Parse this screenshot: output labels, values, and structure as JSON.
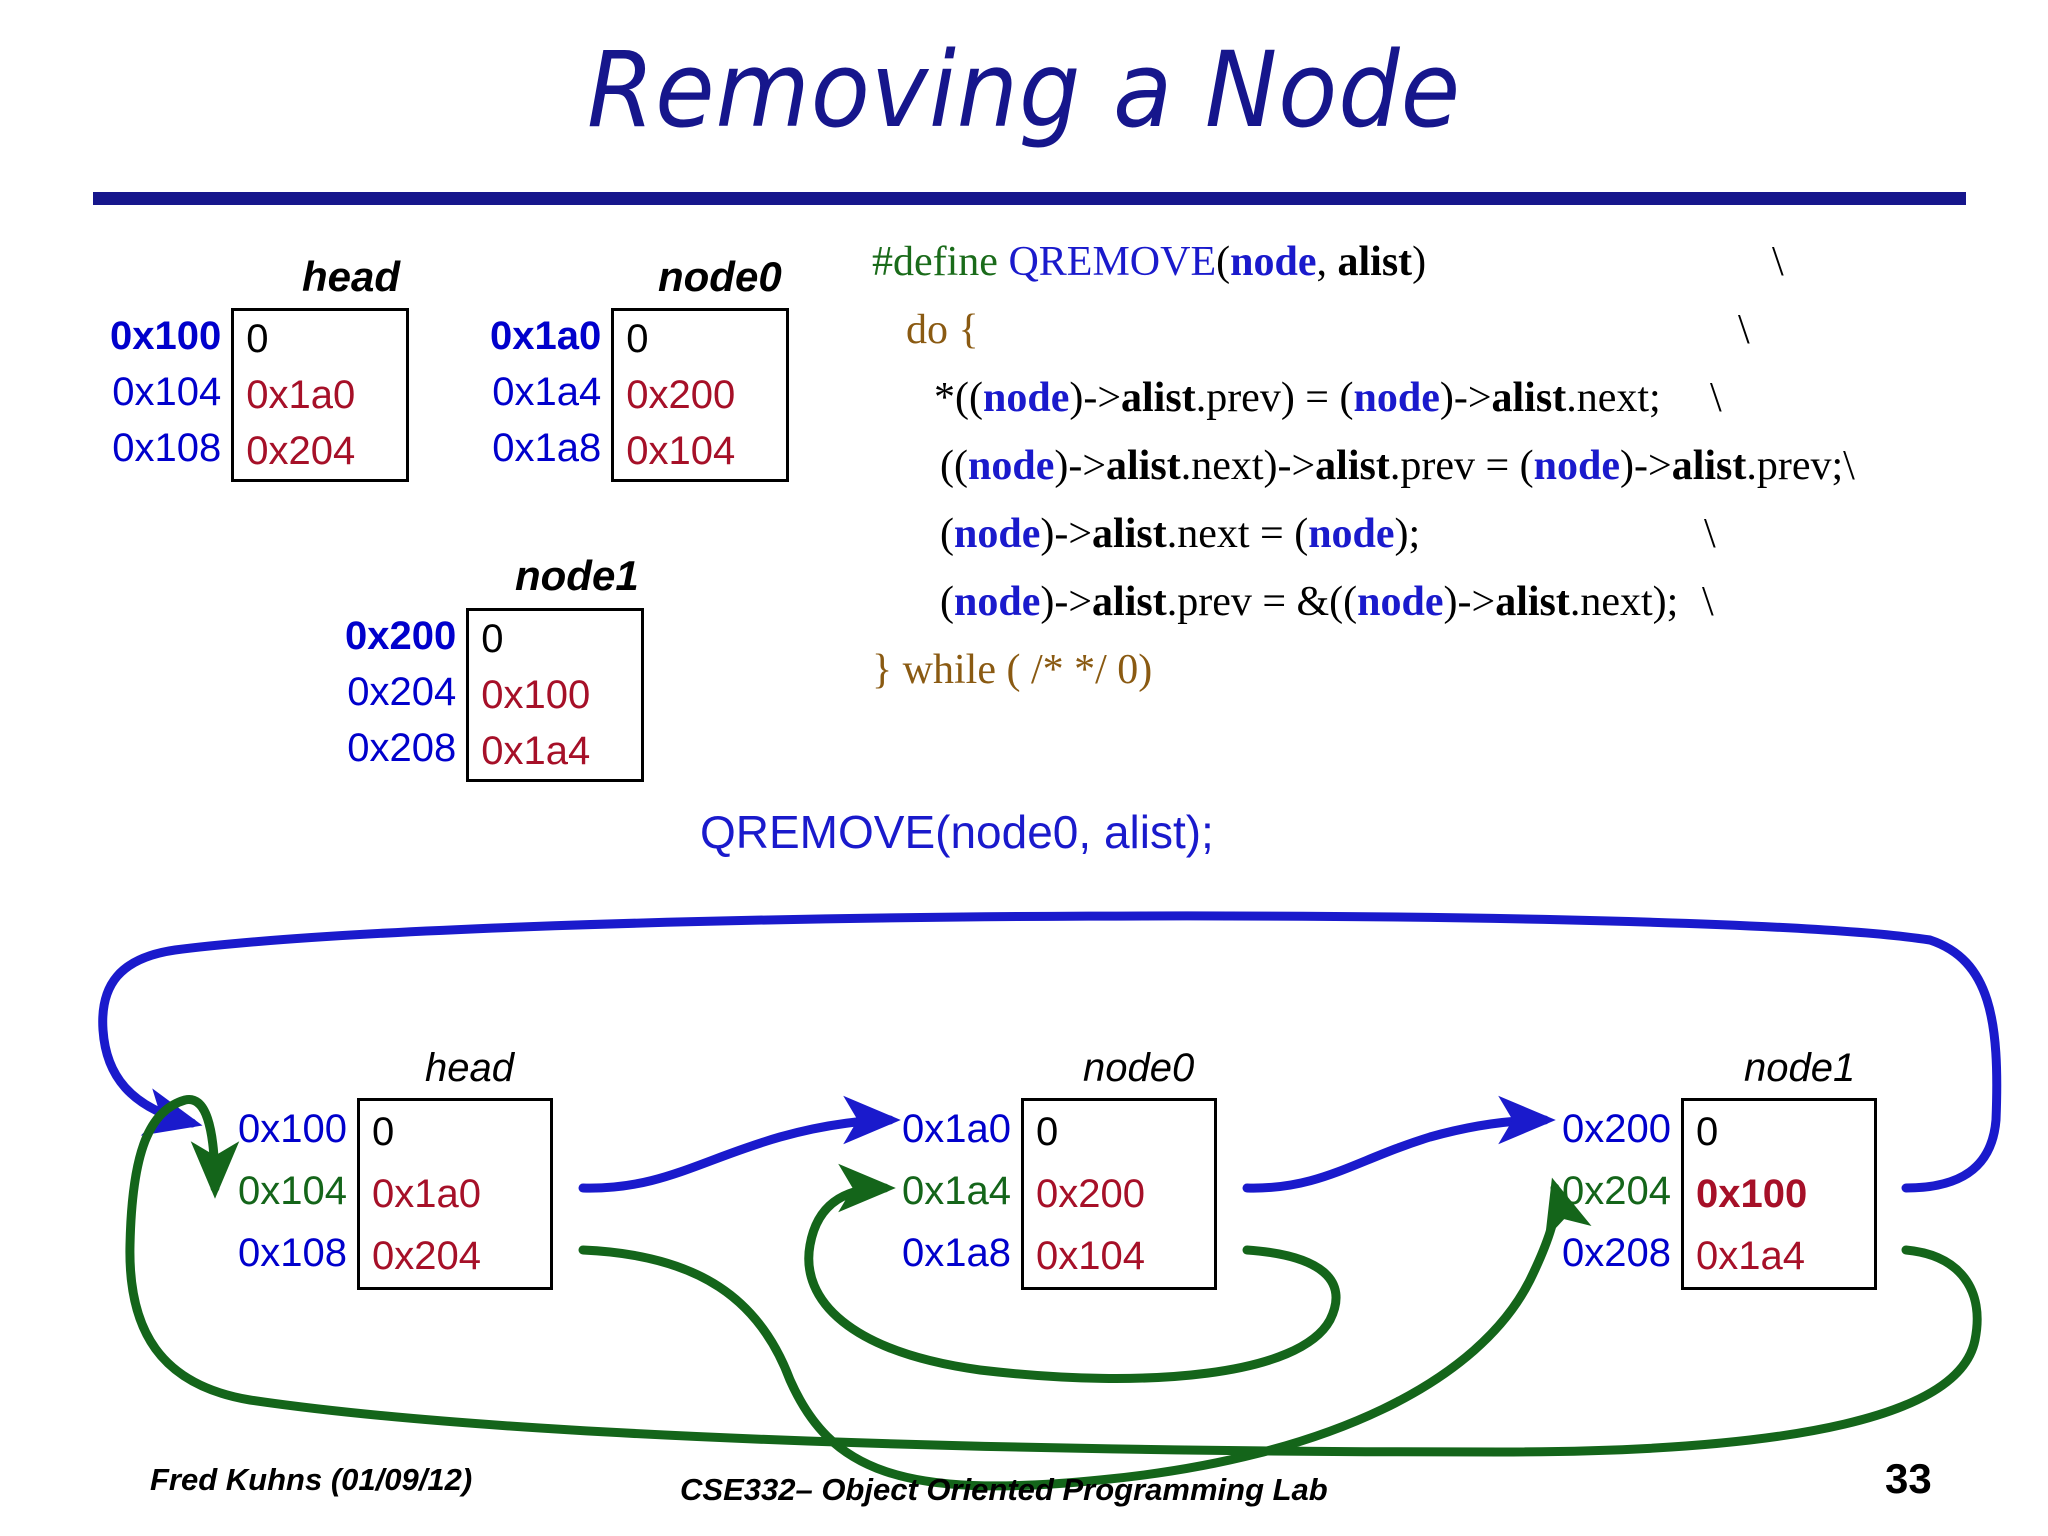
{
  "slide": {
    "title": "Removing a Node",
    "accent_color": "#16168c",
    "blue": "#0000cc",
    "dark_red": "#a61028",
    "green": "#14651a"
  },
  "top_diagram": {
    "boxes": [
      {
        "label": "head",
        "addresses": [
          "0x100",
          "0x104",
          "0x108"
        ],
        "values": [
          "0",
          "0x1a0",
          "0x204"
        ]
      },
      {
        "label": "node0",
        "addresses": [
          "0x1a0",
          "0x1a4",
          "0x1a8"
        ],
        "values": [
          "0",
          "0x200",
          "0x104"
        ]
      },
      {
        "label": "node1",
        "addresses": [
          "0x200",
          "0x204",
          "0x208"
        ],
        "values": [
          "0",
          "0x100",
          "0x1a4"
        ]
      }
    ]
  },
  "code": {
    "line1": {
      "hash_define": "#define",
      "macro": "QREMOVE",
      "open": "(",
      "arg1": "node",
      "comma": ", ",
      "arg2": "alist",
      "close": ")",
      "cont": "\\"
    },
    "line2": {
      "text": "do {",
      "cont": "\\"
    },
    "line3": {
      "pre": "*((",
      "node1": "node",
      "mid1": ")->",
      "alist1": "alist",
      "mid2": ".prev) = (",
      "node2": "node",
      "mid3": ")->",
      "alist2": "alist",
      "post": ".next;",
      "cont": "\\"
    },
    "line4": {
      "pre": "((",
      "node1": "node",
      "mid1": ")->",
      "alist1": "alist",
      "mid2": ".next)->",
      "alist2": "alist",
      "mid3": ".prev = (",
      "node2": "node",
      "mid4": ")->",
      "alist3": "alist",
      "post": ".prev;\\"
    },
    "line5": {
      "pre": "(",
      "node1": "node",
      "mid1": ")->",
      "alist1": "alist",
      "mid2": ".next = (",
      "node2": "node",
      "post": ");",
      "cont": "\\"
    },
    "line6": {
      "pre": "(",
      "node1": "node",
      "mid1": ")->",
      "alist1": "alist",
      "mid2": ".prev = &((",
      "node2": "node",
      "mid3": ")->",
      "alist2": "alist",
      "post": ".next);",
      "cont": "\\"
    },
    "line7": {
      "text": "} while ( /* */ 0)"
    }
  },
  "call": {
    "text": "QREMOVE(node0, alist);"
  },
  "bottom_diagram": {
    "boxes": [
      {
        "label": "head",
        "addresses": [
          {
            "text": "0x100",
            "color": "blue"
          },
          {
            "text": "0x104",
            "color": "green"
          },
          {
            "text": "0x108",
            "color": "blue"
          }
        ],
        "values": [
          {
            "text": "0",
            "kind": "zero"
          },
          {
            "text": "0x1a0",
            "kind": "ptr"
          },
          {
            "text": "0x204",
            "kind": "ptr"
          }
        ]
      },
      {
        "label": "node0",
        "addresses": [
          {
            "text": "0x1a0",
            "color": "blue"
          },
          {
            "text": "0x1a4",
            "color": "green"
          },
          {
            "text": "0x1a8",
            "color": "blue"
          }
        ],
        "values": [
          {
            "text": "0",
            "kind": "zero"
          },
          {
            "text": "0x200",
            "kind": "ptr"
          },
          {
            "text": "0x104",
            "kind": "ptr"
          }
        ]
      },
      {
        "label": "node1",
        "addresses": [
          {
            "text": "0x200",
            "color": "blue"
          },
          {
            "text": "0x204",
            "color": "green"
          },
          {
            "text": "0x208",
            "color": "blue"
          }
        ],
        "values": [
          {
            "text": "0",
            "kind": "zero"
          },
          {
            "text": "0x100",
            "kind": "ptr emph"
          },
          {
            "text": "0x1a4",
            "kind": "ptr"
          }
        ]
      }
    ]
  },
  "footer": {
    "author": "Fred Kuhns (01/09/12)",
    "course": "CSE332– Object Oriented Programming Lab",
    "page": "33"
  }
}
